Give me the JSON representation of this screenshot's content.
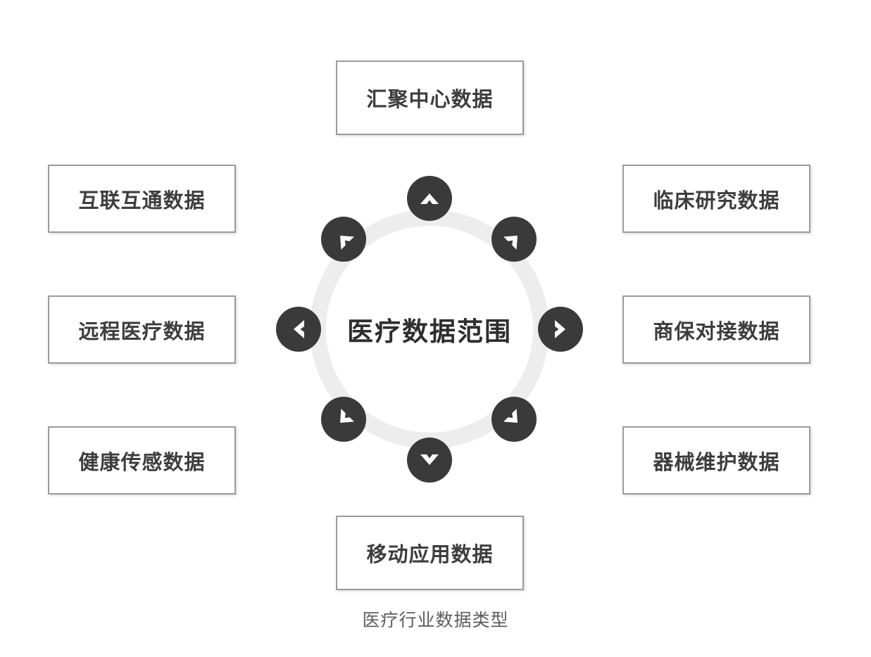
{
  "diagram": {
    "center": {
      "label": "医疗数据范围",
      "ring_color": "#ededed",
      "node_color": "#3a3a3a",
      "arrow_color": "#ffffff"
    },
    "caption": "医疗行业数据类型",
    "box_border_color": "#9a9a9a",
    "box_text_color": "#3d3d3d",
    "boxes": [
      {
        "id": "top",
        "label": "汇聚中心数据",
        "position": "top"
      },
      {
        "id": "left-1",
        "label": "互联互通数据",
        "position": "left-upper"
      },
      {
        "id": "left-2",
        "label": "远程医疗数据",
        "position": "left-middle"
      },
      {
        "id": "left-3",
        "label": "健康传感数据",
        "position": "left-lower"
      },
      {
        "id": "right-1",
        "label": "临床研究数据",
        "position": "right-upper"
      },
      {
        "id": "right-2",
        "label": "商保对接数据",
        "position": "right-middle"
      },
      {
        "id": "right-3",
        "label": "器械维护数据",
        "position": "right-lower"
      },
      {
        "id": "bottom",
        "label": "移动应用数据",
        "position": "bottom"
      }
    ],
    "arrows": [
      {
        "id": "n",
        "direction": "up",
        "icon": "chevron-up-icon"
      },
      {
        "id": "ne",
        "direction": "up-right",
        "icon": "chevron-up-right-icon"
      },
      {
        "id": "e",
        "direction": "right",
        "icon": "chevron-right-icon"
      },
      {
        "id": "se",
        "direction": "down-right",
        "icon": "chevron-down-right-icon"
      },
      {
        "id": "s",
        "direction": "down",
        "icon": "chevron-down-icon"
      },
      {
        "id": "sw",
        "direction": "down-left",
        "icon": "chevron-down-left-icon"
      },
      {
        "id": "w",
        "direction": "left",
        "icon": "chevron-left-icon"
      },
      {
        "id": "nw",
        "direction": "up-left",
        "icon": "chevron-up-left-icon"
      }
    ]
  }
}
